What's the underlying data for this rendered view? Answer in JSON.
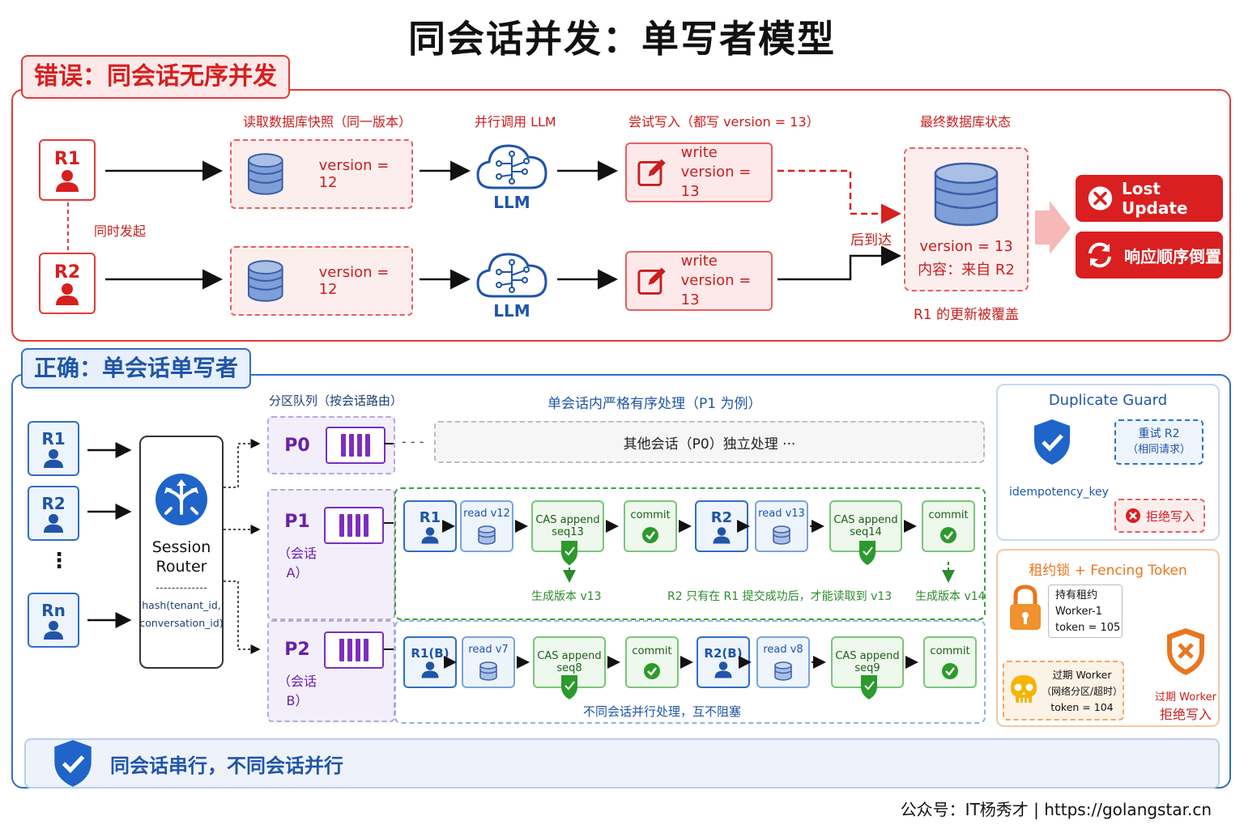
{
  "title": "同会话并发：单写者模型",
  "wrong": {
    "tag": "错误：同会话无序并发",
    "captions": {
      "read": "读取数据库快照（同一版本）",
      "llm": "并行调用 LLM",
      "write": "尝试写入（都写 version = 13）",
      "final": "最终数据库状态"
    },
    "requests": [
      "R1",
      "R2"
    ],
    "simultaneous": "同时发起",
    "db_version": "version = 12",
    "llm_label": "LLM",
    "write_label": "write",
    "write_version": "version = 13",
    "arrive_later": "后到达",
    "final_version": "version = 13",
    "final_content": "内容：来自 R2",
    "overwritten": "R1 的更新被覆盖",
    "badges": [
      "Lost Update",
      "响应顺序倒置"
    ]
  },
  "right": {
    "tag": "正确：单会话单写者",
    "captions": {
      "partition": "分区队列（按会话路由）",
      "strict": "单会话内严格有序处理（P1 为例）"
    },
    "requests": [
      "R1",
      "R2",
      "⋮",
      "Rn"
    ],
    "router": {
      "name_line1": "Session",
      "name_line2": "Router",
      "hash_line1": "hash(tenant_id,",
      "hash_line2": "conversation_id)"
    },
    "partitions": [
      {
        "id": "P0",
        "sub": ""
      },
      {
        "id": "P1",
        "sub": "（会话 A）"
      },
      {
        "id": "P2",
        "sub": "（会话 B）"
      }
    ],
    "p0_dots": "- - -",
    "other_sessions": "其他会话（P0）独立处理 ···",
    "flow_a": {
      "r1": "R1",
      "read1": "read v12",
      "cas1_line1": "CAS append",
      "cas1_line2": "seq13",
      "commit1": "commit",
      "r2": "R2",
      "read2": "read v13",
      "cas2_line1": "CAS append",
      "cas2_line2": "seq14",
      "commit2": "commit",
      "gen1": "生成版本 v13",
      "note": "R2 只有在 R1 提交成功后，才能读取到 v13",
      "gen2": "生成版本 v14"
    },
    "flow_b": {
      "r1": "R1(B)",
      "read1": "read v7",
      "cas1_line1": "CAS append",
      "cas1_line2": "seq8",
      "commit1": "commit",
      "r2": "R2(B)",
      "read2": "read v8",
      "cas2_line1": "CAS append",
      "cas2_line2": "seq9",
      "commit2": "commit",
      "note": "不同会话并行处理，互不阻塞"
    },
    "guard": {
      "title": "Duplicate Guard",
      "key": "idempotency_key",
      "retry_line1": "重试 R2",
      "retry_line2": "（相同请求）",
      "reject": "拒绝写入"
    },
    "lease": {
      "title": "租约锁 + Fencing Token",
      "holder_line1": "持有租约",
      "holder_line2": "Worker-1",
      "holder_line3": "token = 105",
      "expired_line1": "过期 Worker",
      "expired_line2": "（网络分区/超时）",
      "expired_line3": "token = 104",
      "reject_line1": "过期 Worker",
      "reject_line2": "拒绝写入"
    },
    "bottom": "同会话串行，不同会话并行"
  },
  "footer": "公众号：IT杨秀才  |  https://golangstar.cn",
  "colors": {
    "red": "#d91f1f",
    "blue": "#1f55a8",
    "green": "#2c8a2c",
    "purple": "#6a1fa8",
    "orange": "#e8761f"
  }
}
